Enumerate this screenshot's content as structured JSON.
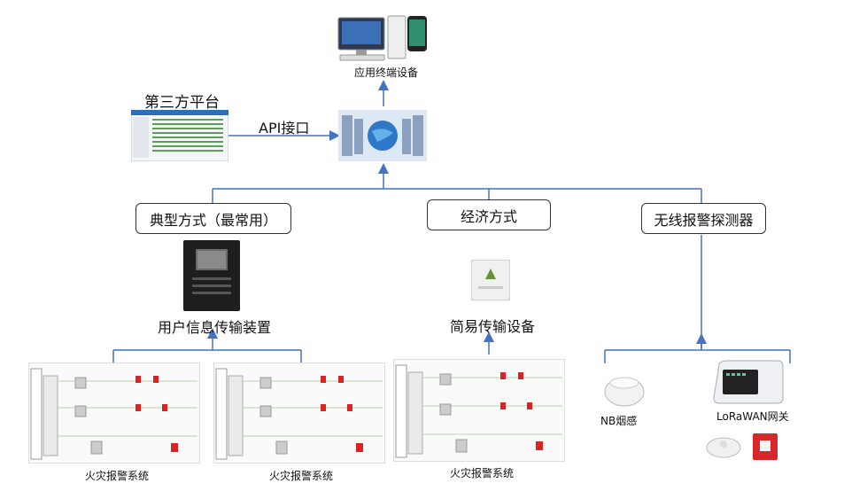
{
  "top": {
    "terminal_label": "应用终端设备",
    "third_party_label": "第三方平台",
    "api_label": "API接口"
  },
  "methods": {
    "typical": "典型方式（最常用）",
    "economic": "经济方式",
    "wireless": "无线报警探测器"
  },
  "devices": {
    "user_info": "用户信息传输装置",
    "simple": "简易传输设备",
    "nb_smoke": "NB烟感",
    "lorawan": "LoRaWAN网关"
  },
  "fire_systems": [
    {
      "label": "火灾报警系统"
    },
    {
      "label": "火灾报警系统"
    },
    {
      "label": "火灾报警系统"
    }
  ],
  "colors": {
    "connector": "#4472c4",
    "line": "#4a7ac8"
  }
}
